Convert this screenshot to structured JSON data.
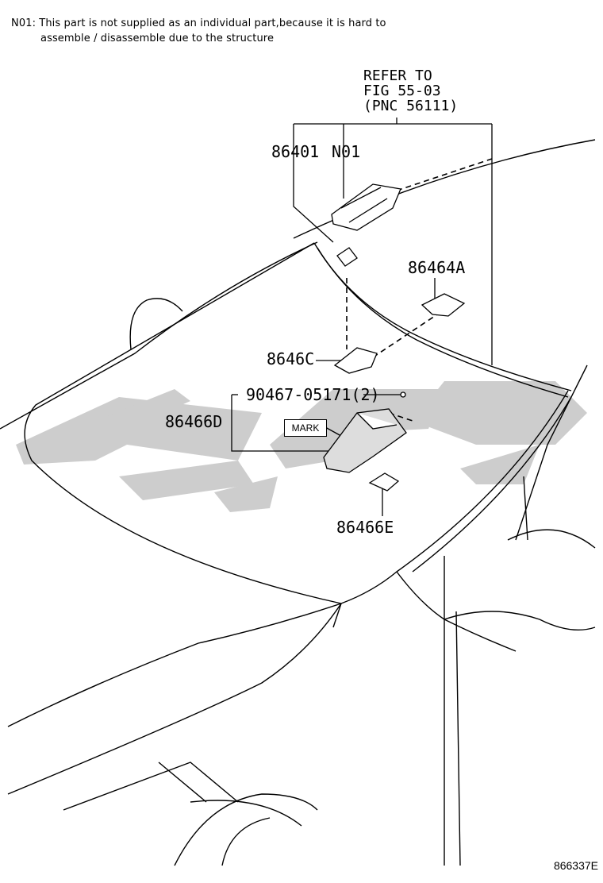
{
  "note": {
    "line1": "N01: This part is not supplied as an individual part,because it is hard to",
    "line2": "assemble / disassemble due to the structure"
  },
  "refer": {
    "line1": "REFER TO",
    "line2": "FIG 55-03",
    "line3": "(PNC 56111)"
  },
  "labels": {
    "p86401": "86401",
    "n01": "N01",
    "p86464a": "86464A",
    "p8646c": "8646C",
    "p90467": "90467-05171(2)",
    "p86466d": "86466D",
    "mark": "MARK",
    "p86466e": "86466E"
  },
  "figure_id": "866337E",
  "colors": {
    "line": "#000000",
    "watermark": "#c8c8c8"
  }
}
